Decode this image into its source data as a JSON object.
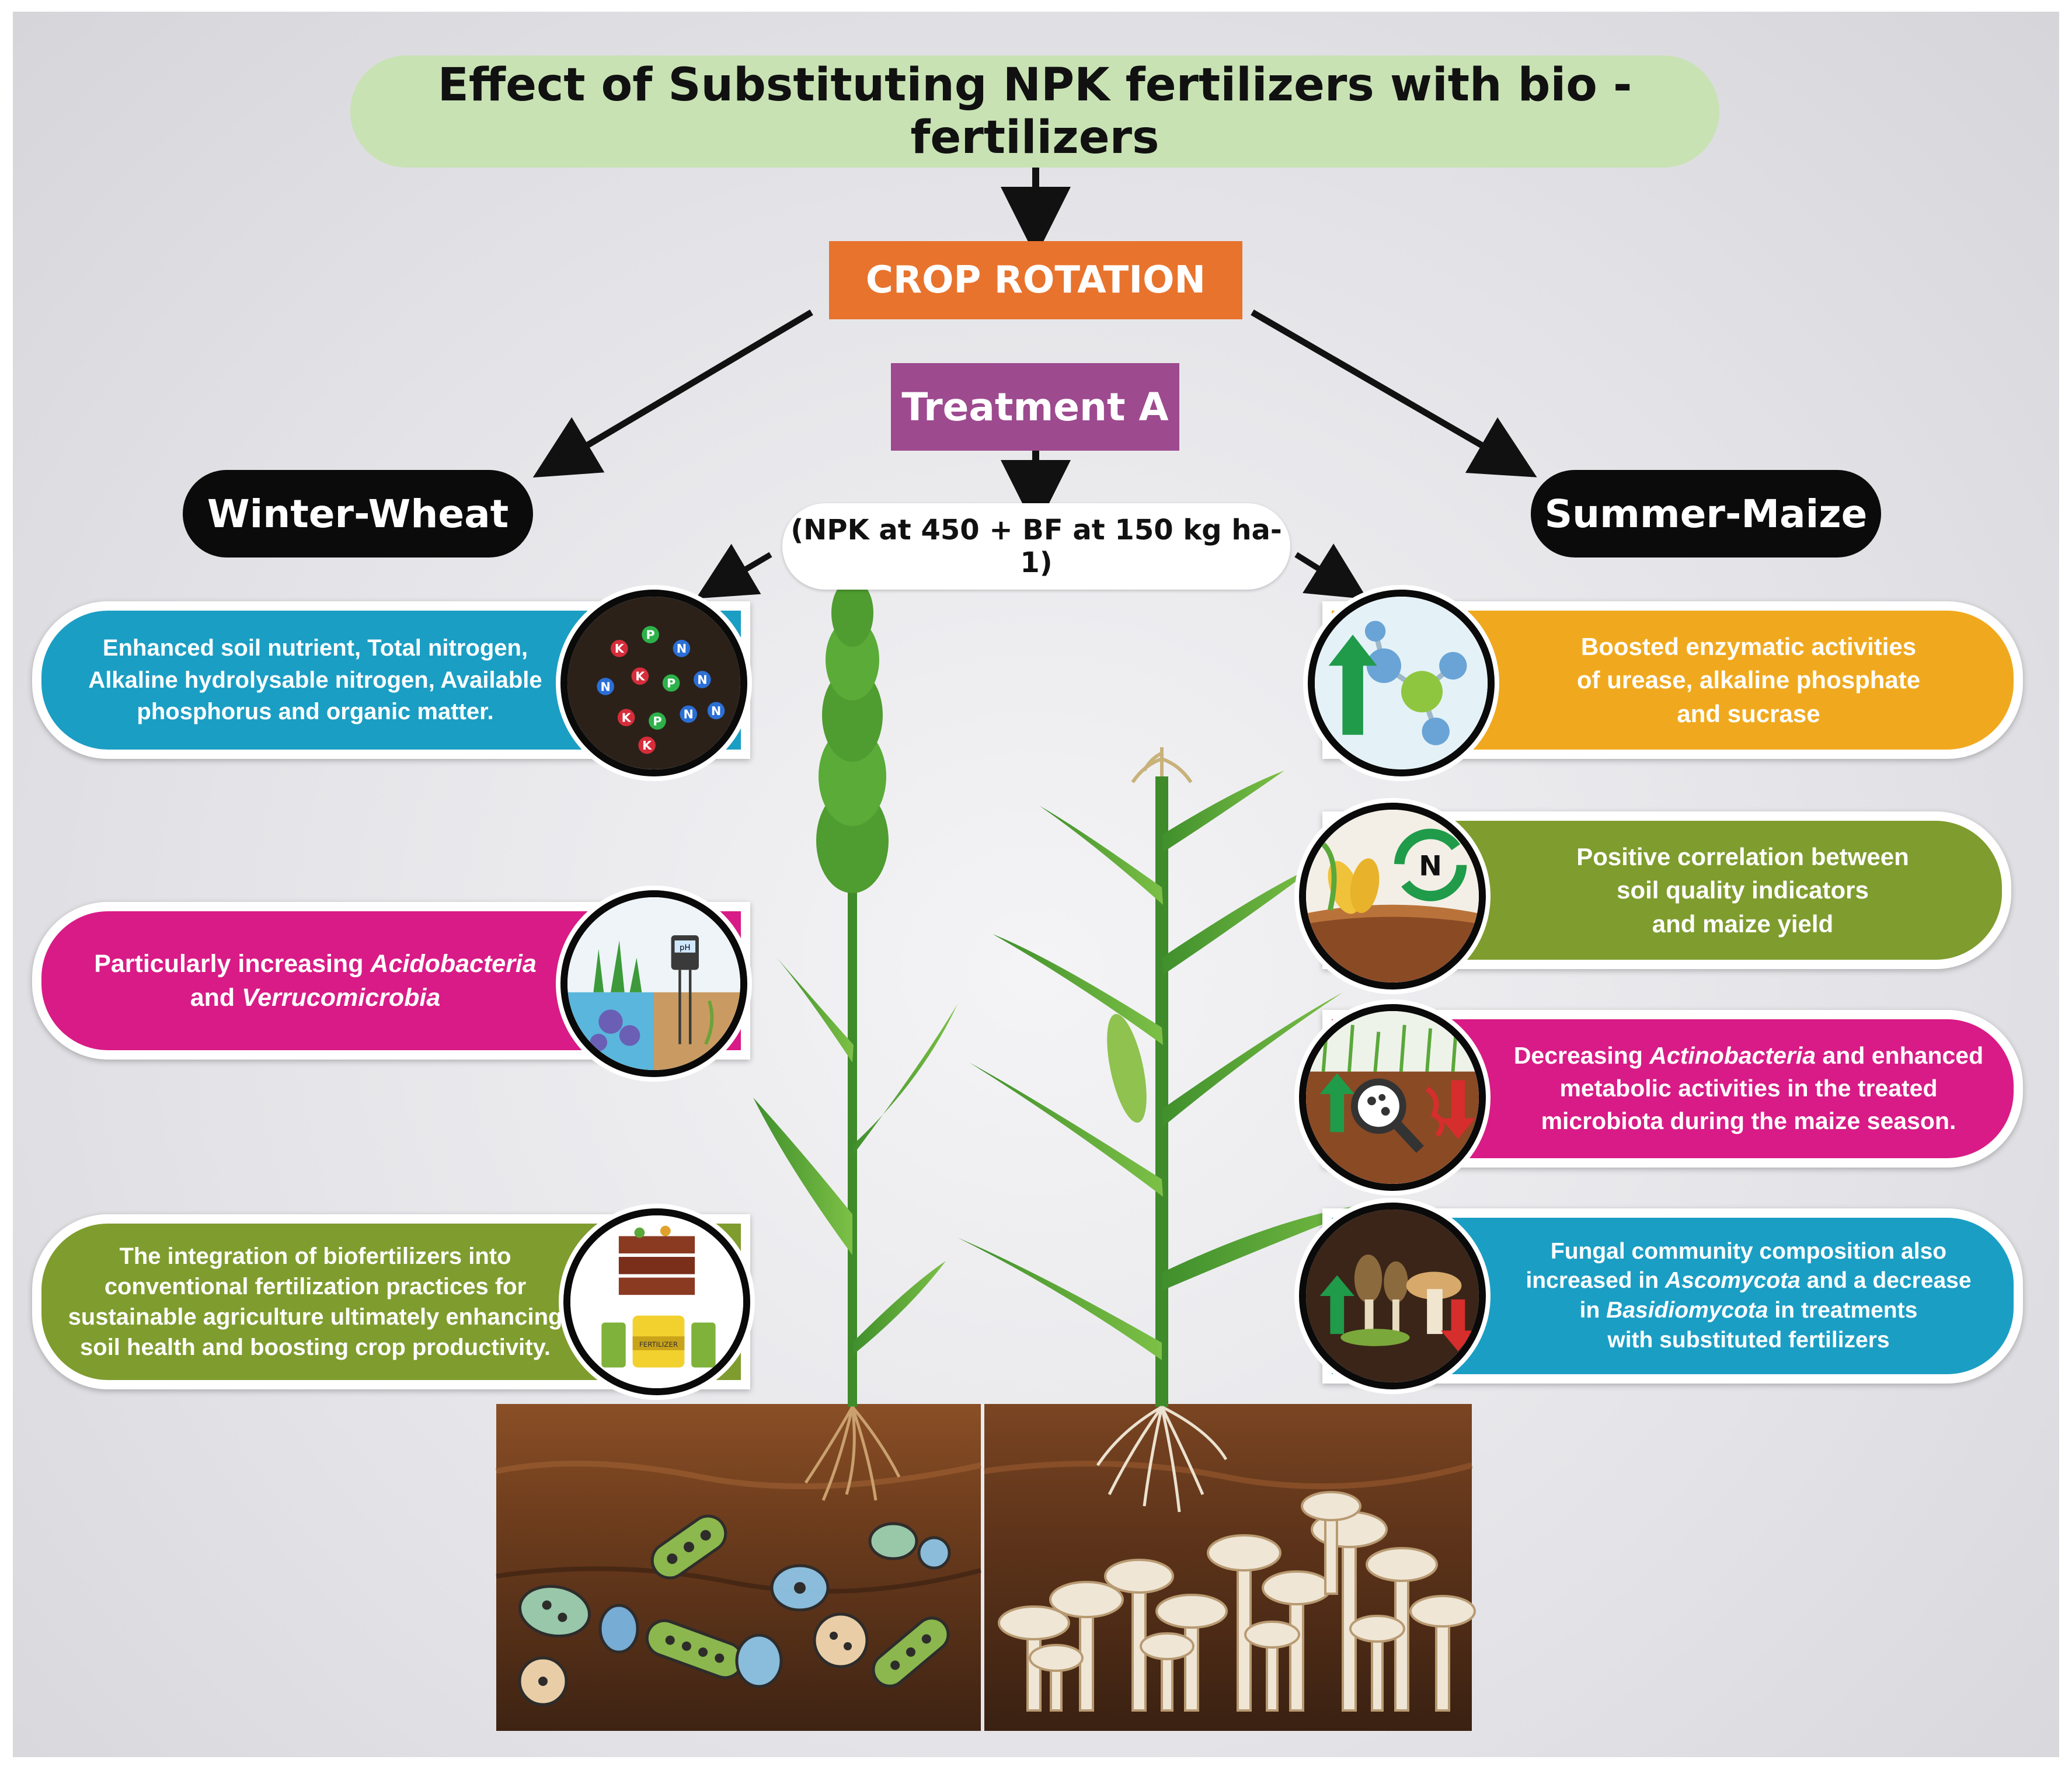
{
  "title": "Effect of Substituting NPK fertilizers with bio -fertilizers",
  "crop_rotation": "CROP ROTATION",
  "treatment": "Treatment A",
  "winter": "Winter-Wheat",
  "summer": "Summer-Maize",
  "dose": "(NPK at 450 + BF at 150 kg ha-1)",
  "left_panels": [
    {
      "lines": [
        "Enhanced soil nutrient, Total nitrogen,",
        "Alkaline hydrolysable nitrogen, Available",
        "phosphorus and organic matter."
      ],
      "icon": "soil-nutrient-icon",
      "color": "#1b9ec4"
    },
    {
      "prefix1": "Particularly increasing ",
      "italic1": "Acidobacteria",
      "prefix2": "and ",
      "italic2": "Verrucomicrobia",
      "icon": "soil-ph-meter-icon",
      "color": "#d81b86"
    },
    {
      "lines": [
        "The integration of biofertilizers into",
        "conventional fertilization practices for",
        "sustainable agriculture ultimately enhancing",
        "soil health and boosting crop productivity."
      ],
      "icon": "compost-fertilizer-icon",
      "color": "#7f9c2e"
    }
  ],
  "right_panels": [
    {
      "lines": [
        "Boosted enzymatic activities",
        "of urease, alkaline phosphate",
        "and sucrase"
      ],
      "icon": "enzyme-molecule-icon",
      "color": "#f0a91e"
    },
    {
      "lines": [
        "Positive correlation between",
        "soil quality indicators",
        "and maize yield"
      ],
      "icon": "nitrogen-cycle-icon",
      "color": "#7f9c2e"
    },
    {
      "prefix1": "Decreasing ",
      "italic1": "Actinobacteria",
      "suffix1": " and enhanced",
      "line2": "metabolic activities in the treated",
      "line3": "microbiota during the maize season.",
      "icon": "soil-microbe-magnifier-icon",
      "color": "#d81b86"
    },
    {
      "line1": "Fungal community composition also",
      "prefix2": "increased in ",
      "italic2": "Ascomycota",
      "suffix2": " and a decrease",
      "prefix3": "in ",
      "italic3": "Basidiomycota",
      "suffix3": " in treatments",
      "line4": "with substituted fertilizers",
      "icon": "mushroom-fungi-icon",
      "color": "#1b9ec4"
    }
  ],
  "icon_labels": {
    "nutrient_letters": [
      "P",
      "K",
      "N",
      "N",
      "K",
      "P",
      "N",
      "K",
      "P",
      "N",
      "K",
      "N"
    ],
    "nitrogen": "N",
    "ph": "pH",
    "fertilizer": "FERTILIZER"
  }
}
